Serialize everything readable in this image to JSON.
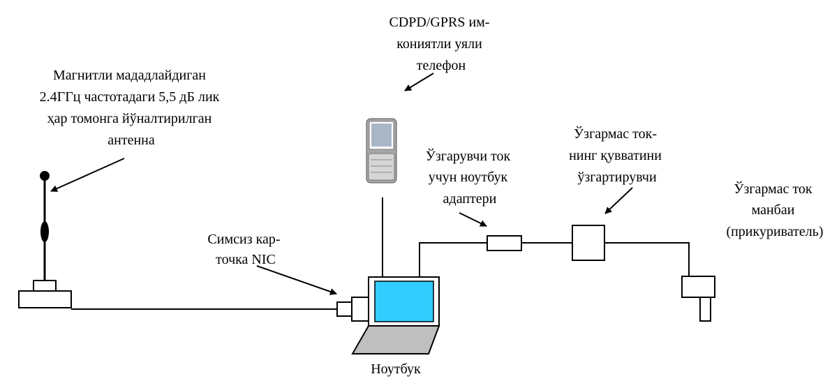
{
  "labels": {
    "antenna": [
      "Магнитли мададлайдиган",
      "2.4ГГц частотадаги 5,5 дБ лик",
      "ҳар томонга йўналтирилган",
      "антенна"
    ],
    "phone": [
      "CDPD/GPRS им-",
      "кониятли уяли",
      "телефон"
    ],
    "nic": [
      "Симсиз кар-",
      "точка NIC"
    ],
    "laptop": [
      "Ноутбук"
    ],
    "ac_adapter": [
      "Ўзгарувчи ток",
      "учун ноутбук",
      "адаптери"
    ],
    "dc_converter": [
      "Ўзгармас ток-",
      "нинг қувватини",
      "ўзгартирувчи"
    ],
    "dc_source": [
      "Ўзгармас ток",
      "манбаи",
      "(прикуриватель)"
    ]
  },
  "colors": {
    "stroke": "#000000",
    "screen": "#33CCFF",
    "keyboard": "#BFBFBF",
    "phone_body": "#A6A6A6"
  }
}
